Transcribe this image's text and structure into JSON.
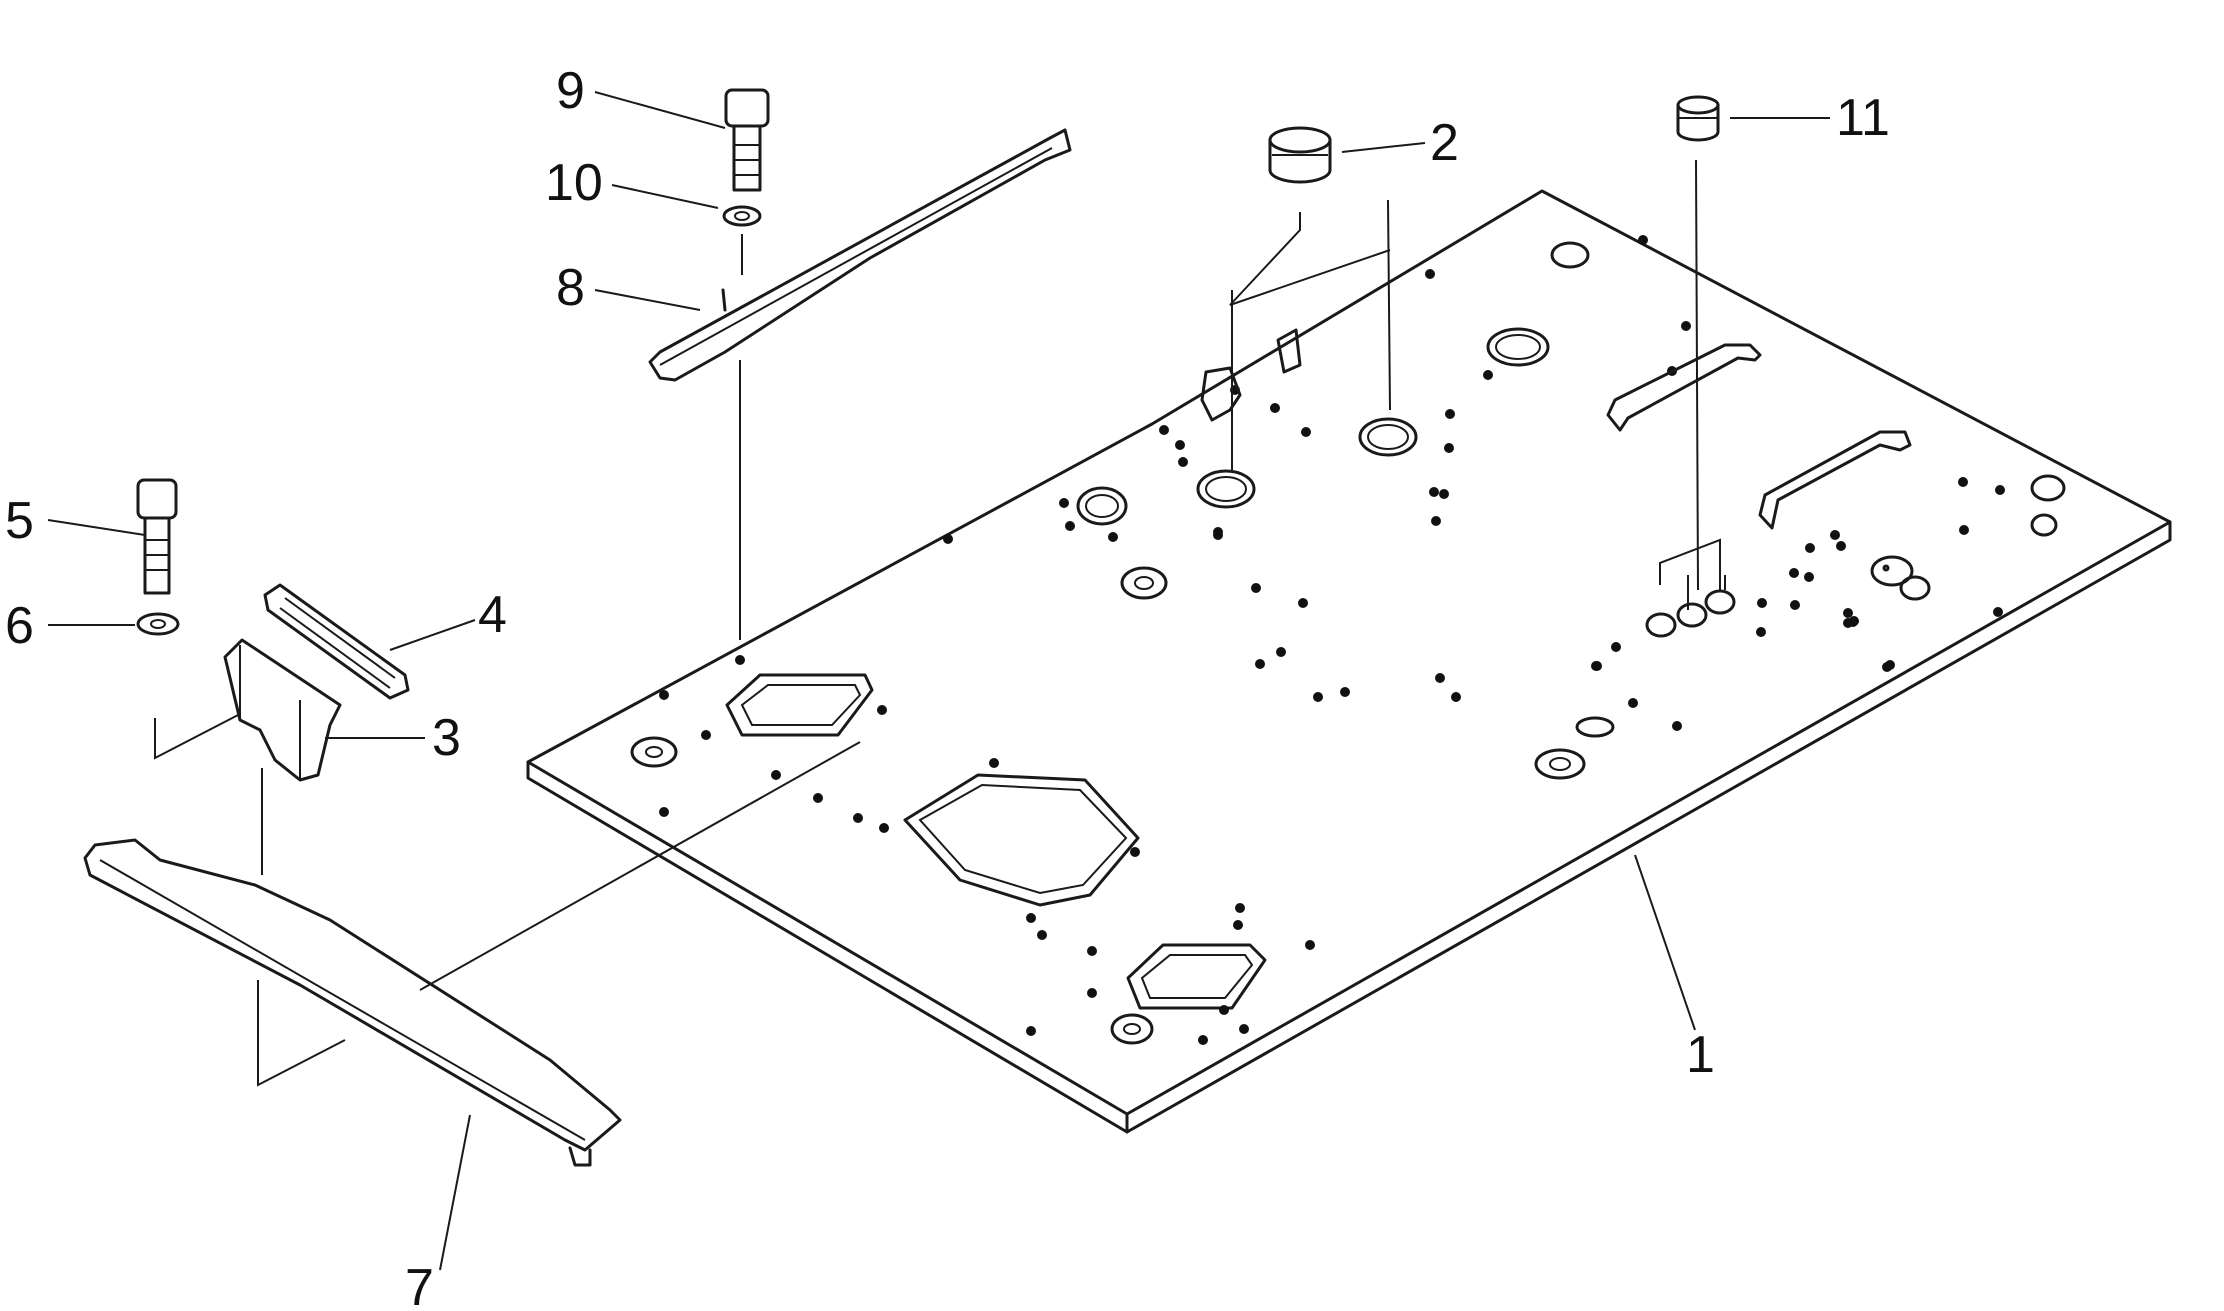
{
  "callouts": [
    {
      "id": "1",
      "label": "1"
    },
    {
      "id": "2",
      "label": "2"
    },
    {
      "id": "3",
      "label": "3"
    },
    {
      "id": "4",
      "label": "4"
    },
    {
      "id": "5",
      "label": "5"
    },
    {
      "id": "6",
      "label": "6"
    },
    {
      "id": "7",
      "label": "7"
    },
    {
      "id": "8",
      "label": "8"
    },
    {
      "id": "9",
      "label": "9"
    },
    {
      "id": "10",
      "label": "10"
    },
    {
      "id": "11",
      "label": "11"
    }
  ],
  "colors": {
    "ink": "#1a1a1a",
    "background": "#ffffff"
  }
}
